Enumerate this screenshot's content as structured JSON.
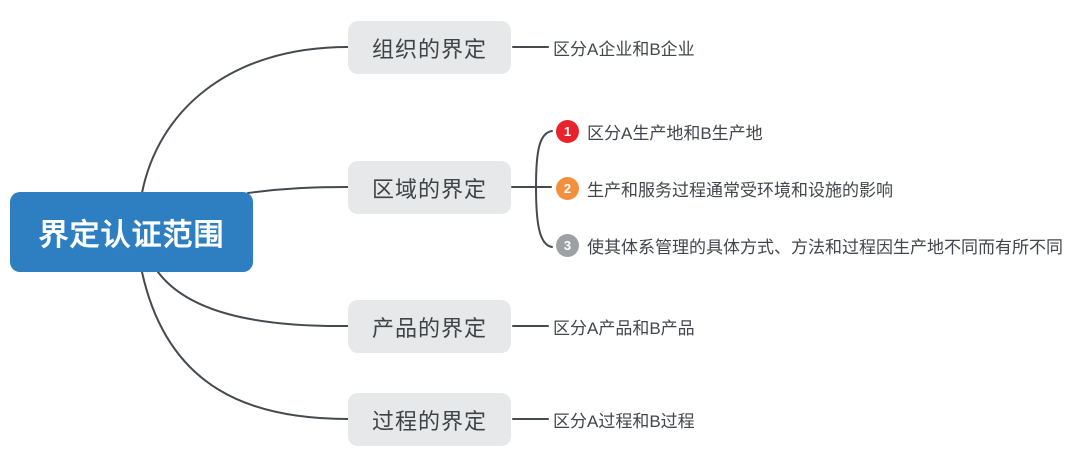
{
  "diagram": {
    "type": "mindmap",
    "root": {
      "label": "界定认证范围"
    },
    "branches": [
      {
        "label": "组织的界定",
        "children": [
          {
            "text": "区分A企业和B企业"
          }
        ]
      },
      {
        "label": "区域的界定",
        "children": [
          {
            "badge": "1",
            "text": "区分A生产地和B生产地"
          },
          {
            "badge": "2",
            "text": "生产和服务过程通常受环境和设施的影响"
          },
          {
            "badge": "3",
            "text": "使其体系管理的具体方式、方法和过程因生产地不同而有所不同"
          }
        ]
      },
      {
        "label": "产品的界定",
        "children": [
          {
            "text": "区分A产品和B产品"
          }
        ]
      },
      {
        "label": "过程的界定",
        "children": [
          {
            "text": "区分A过程和B过程"
          }
        ]
      }
    ],
    "colors": {
      "root_bg": "#2e7fc2",
      "root_text": "#ffffff",
      "branch_bg": "#e6e8e9",
      "branch_text": "#3e4347",
      "leaf_text": "#42464c",
      "line": "#454a51",
      "badge_1": "#e9232c",
      "badge_2": "#f2913d",
      "badge_3": "#9ca1a5"
    }
  }
}
